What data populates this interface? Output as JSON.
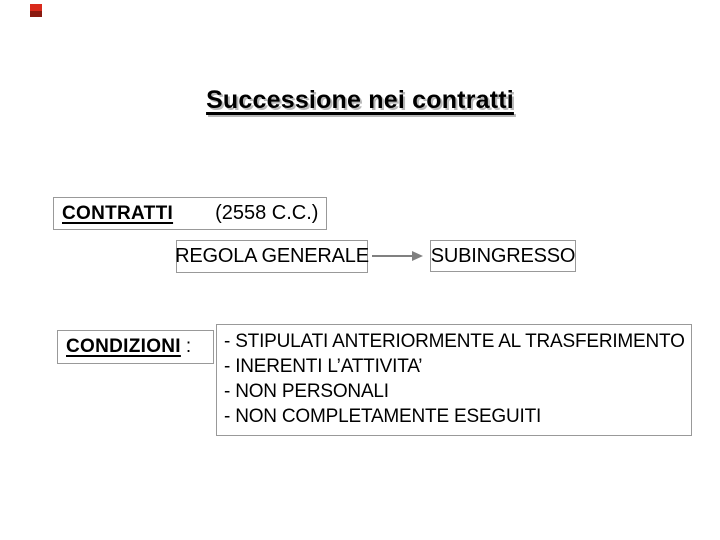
{
  "title": {
    "text": "Successione nei contratti"
  },
  "contratti": {
    "label": "CONTRATTI",
    "reference": "(2558 C.C.)"
  },
  "flow": {
    "from": "REGOLA GENERALE",
    "to": "SUBINGRESSO"
  },
  "condizioni": {
    "label": "CONDIZIONI",
    "colon": ":"
  },
  "conditions": {
    "items": [
      "- STIPULATI ANTERIORMENTE AL TRASFERIMENTO",
      "- INERENTI L’ATTIVITA’",
      "- NON PERSONALI",
      "- NON COMPLETAMENTE ESEGUITI"
    ]
  },
  "colors": {
    "text": "#000000",
    "box_border": "#999999",
    "arrow": "#808080",
    "title_shadow": "#b8b8b8",
    "corner_mark_top": "#d92a1c",
    "corner_mark_bottom": "#8a1a10"
  }
}
